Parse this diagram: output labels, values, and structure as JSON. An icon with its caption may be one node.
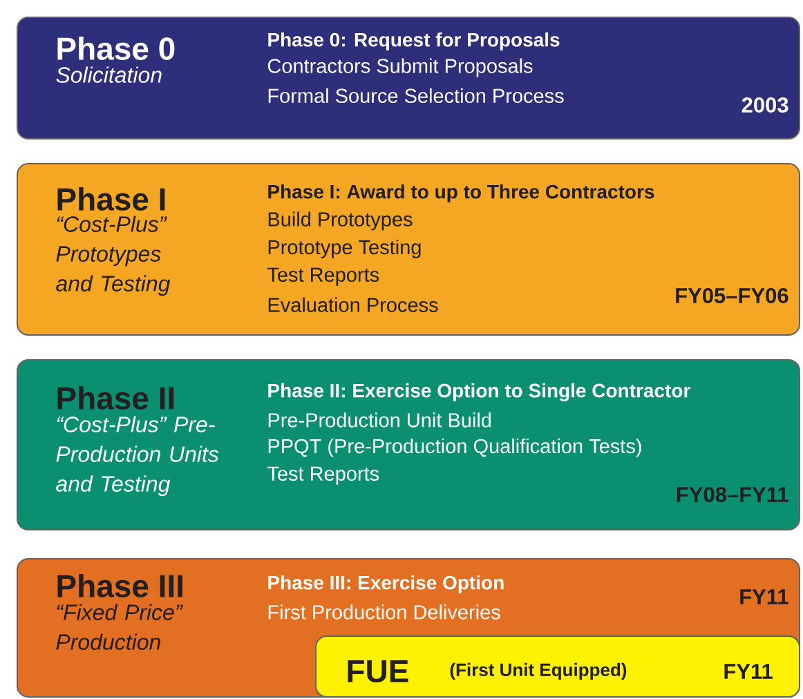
{
  "diagram": {
    "nodes": [
      {
        "text": [
          "Phase 0",
          "Solicitation",
          "Phase 0: Request for Proposals",
          "Contractors Submit Proposals",
          "Formal Source Selection Process",
          "2003"
        ]
      },
      {
        "text": [
          "Phase I",
          "“Cost-Plus” Prototypes and Testing",
          "Phase I: Award to up to Three Contractors",
          "Build Prototypes",
          "Prototype Testing",
          "Test Reports",
          "Evaluation Process",
          "FY05–FY06"
        ]
      },
      {
        "text": [
          "Phase II",
          "“Cost-Plus” Pre-Production Units and Testing",
          "Phase II: Exercise Option to Single Contractor",
          "Pre-Production Unit Build",
          "PPQT (Pre-Production Qualification Tests)",
          "Test Reports",
          "FY08–FY11"
        ]
      },
      {
        "text": [
          "Phase III",
          "“Fixed Price” Production",
          "Phase III: Exercise Option",
          "First Production Deliveries",
          "FY11"
        ]
      },
      {
        "text": [
          "FUE",
          "(First Unit Equipped)",
          "FY11"
        ],
        "in": 3
      }
    ]
  }
}
